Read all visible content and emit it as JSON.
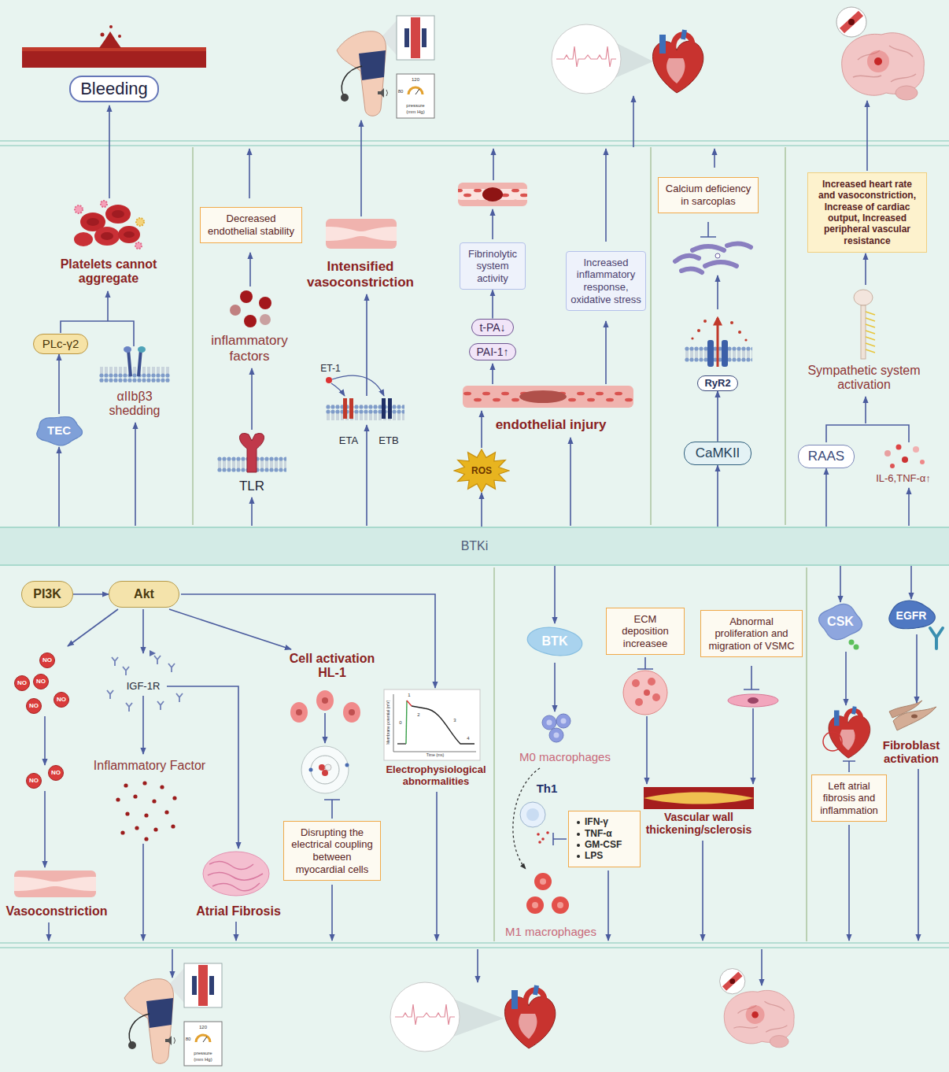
{
  "diagram": {
    "nodes": [
      {
        "text": [
          "Bleeding"
        ]
      },
      {
        "text": [
          "Decreased endothelial stability"
        ]
      },
      {
        "text": [
          "Fibrinolytic system activity"
        ]
      },
      {
        "text": [
          "Increased inflammatory response, oxidative stress"
        ]
      },
      {
        "text": [
          "Calcium deficiency in sarcoplas"
        ]
      },
      {
        "text": [
          "Increased heart rate and vasoconstriction, Increase of cardiac output, Increased peripheral vascular resistance"
        ]
      },
      {
        "text": [
          "PLc-γ2"
        ]
      },
      {
        "text": [
          "t-PA↓"
        ]
      },
      {
        "text": [
          "PAI-1↑"
        ]
      },
      {
        "text": [
          "RyR2"
        ]
      },
      {
        "text": [
          "TEC"
        ]
      },
      {
        "text": [
          "CaMKII"
        ]
      },
      {
        "text": [
          "RAAS"
        ]
      },
      {
        "text": [
          "ROS"
        ]
      },
      {
        "text": [
          "BTKi"
        ]
      },
      {
        "text": [
          "PI3K"
        ]
      },
      {
        "text": [
          "Akt"
        ]
      },
      {
        "text": [
          "ECM deposition increasee"
        ]
      },
      {
        "text": [
          "Abnormal proliferation and migration of VSMC"
        ]
      },
      {
        "text": [
          "CSK"
        ]
      },
      {
        "text": [
          "EGFR"
        ]
      },
      {
        "text": [
          "BTK"
        ]
      },
      {
        "text": [
          "NO"
        ]
      },
      {
        "text": [
          "NO"
        ]
      },
      {
        "text": [
          "NO"
        ]
      },
      {
        "text": [
          "NO"
        ]
      },
      {
        "text": [
          "NO"
        ]
      },
      {
        "text": [
          "NO"
        ]
      },
      {
        "text": [
          "NO"
        ]
      },
      {
        "text": [
          "IFN-γ",
          "TNF-α",
          "GM-CSF",
          "LPS"
        ]
      },
      {
        "text": [
          "Left atrial fibrosis and inflammation"
        ]
      },
      {
        "text": [
          "Disrupting the electrical coupling between myocardial cells"
        ]
      }
    ],
    "edges": [
      {
        "from": 14,
        "to": 10,
        "arrow": "to"
      },
      {
        "from": 10,
        "to": 6,
        "arrow": "to"
      },
      {
        "from": 14,
        "to": 13,
        "arrow": "to"
      },
      {
        "from": 7,
        "to": 2,
        "arrow": "to"
      },
      {
        "from": 14,
        "to": 11,
        "arrow": "to"
      },
      {
        "from": 11,
        "to": 9,
        "arrow": "to"
      },
      {
        "from": 14,
        "to": 12,
        "arrow": "to"
      },
      {
        "from": 15,
        "to": 16,
        "arrow": "to"
      },
      {
        "from": 14,
        "to": 21,
        "arrow": "to"
      },
      {
        "from": 14,
        "to": 19,
        "arrow": "to"
      },
      {
        "from": 14,
        "to": 20,
        "arrow": "to"
      }
    ],
    "labels": [
      "Platelets cannot aggregate",
      "αIIbβ3 shedding",
      "inflammatory factors",
      "TLR",
      "ET-1",
      "ETA",
      "ETB",
      "Intensified vasoconstriction",
      "endothelial injury",
      "Sympathetic system activation",
      "IL-6,TNF-α↑",
      "IGF-1R",
      "Inflammatory Factor",
      "Cell activation HL-1",
      "Electrophysiological abnormalities",
      "Vasoconstriction",
      "Atrial Fibrosis",
      "M0 macrophages",
      "Th1",
      "M1 macrophages",
      "Vascular wall thickening/sclerosis",
      "Fibroblast activation",
      "120",
      "80",
      "pressure",
      "(mm Hg)",
      "Membrane potential (mV)",
      "Time (ms)",
      "0",
      "1",
      "2",
      "3",
      "4",
      "120",
      "80",
      "pressure",
      "(mm Hg)"
    ]
  }
}
